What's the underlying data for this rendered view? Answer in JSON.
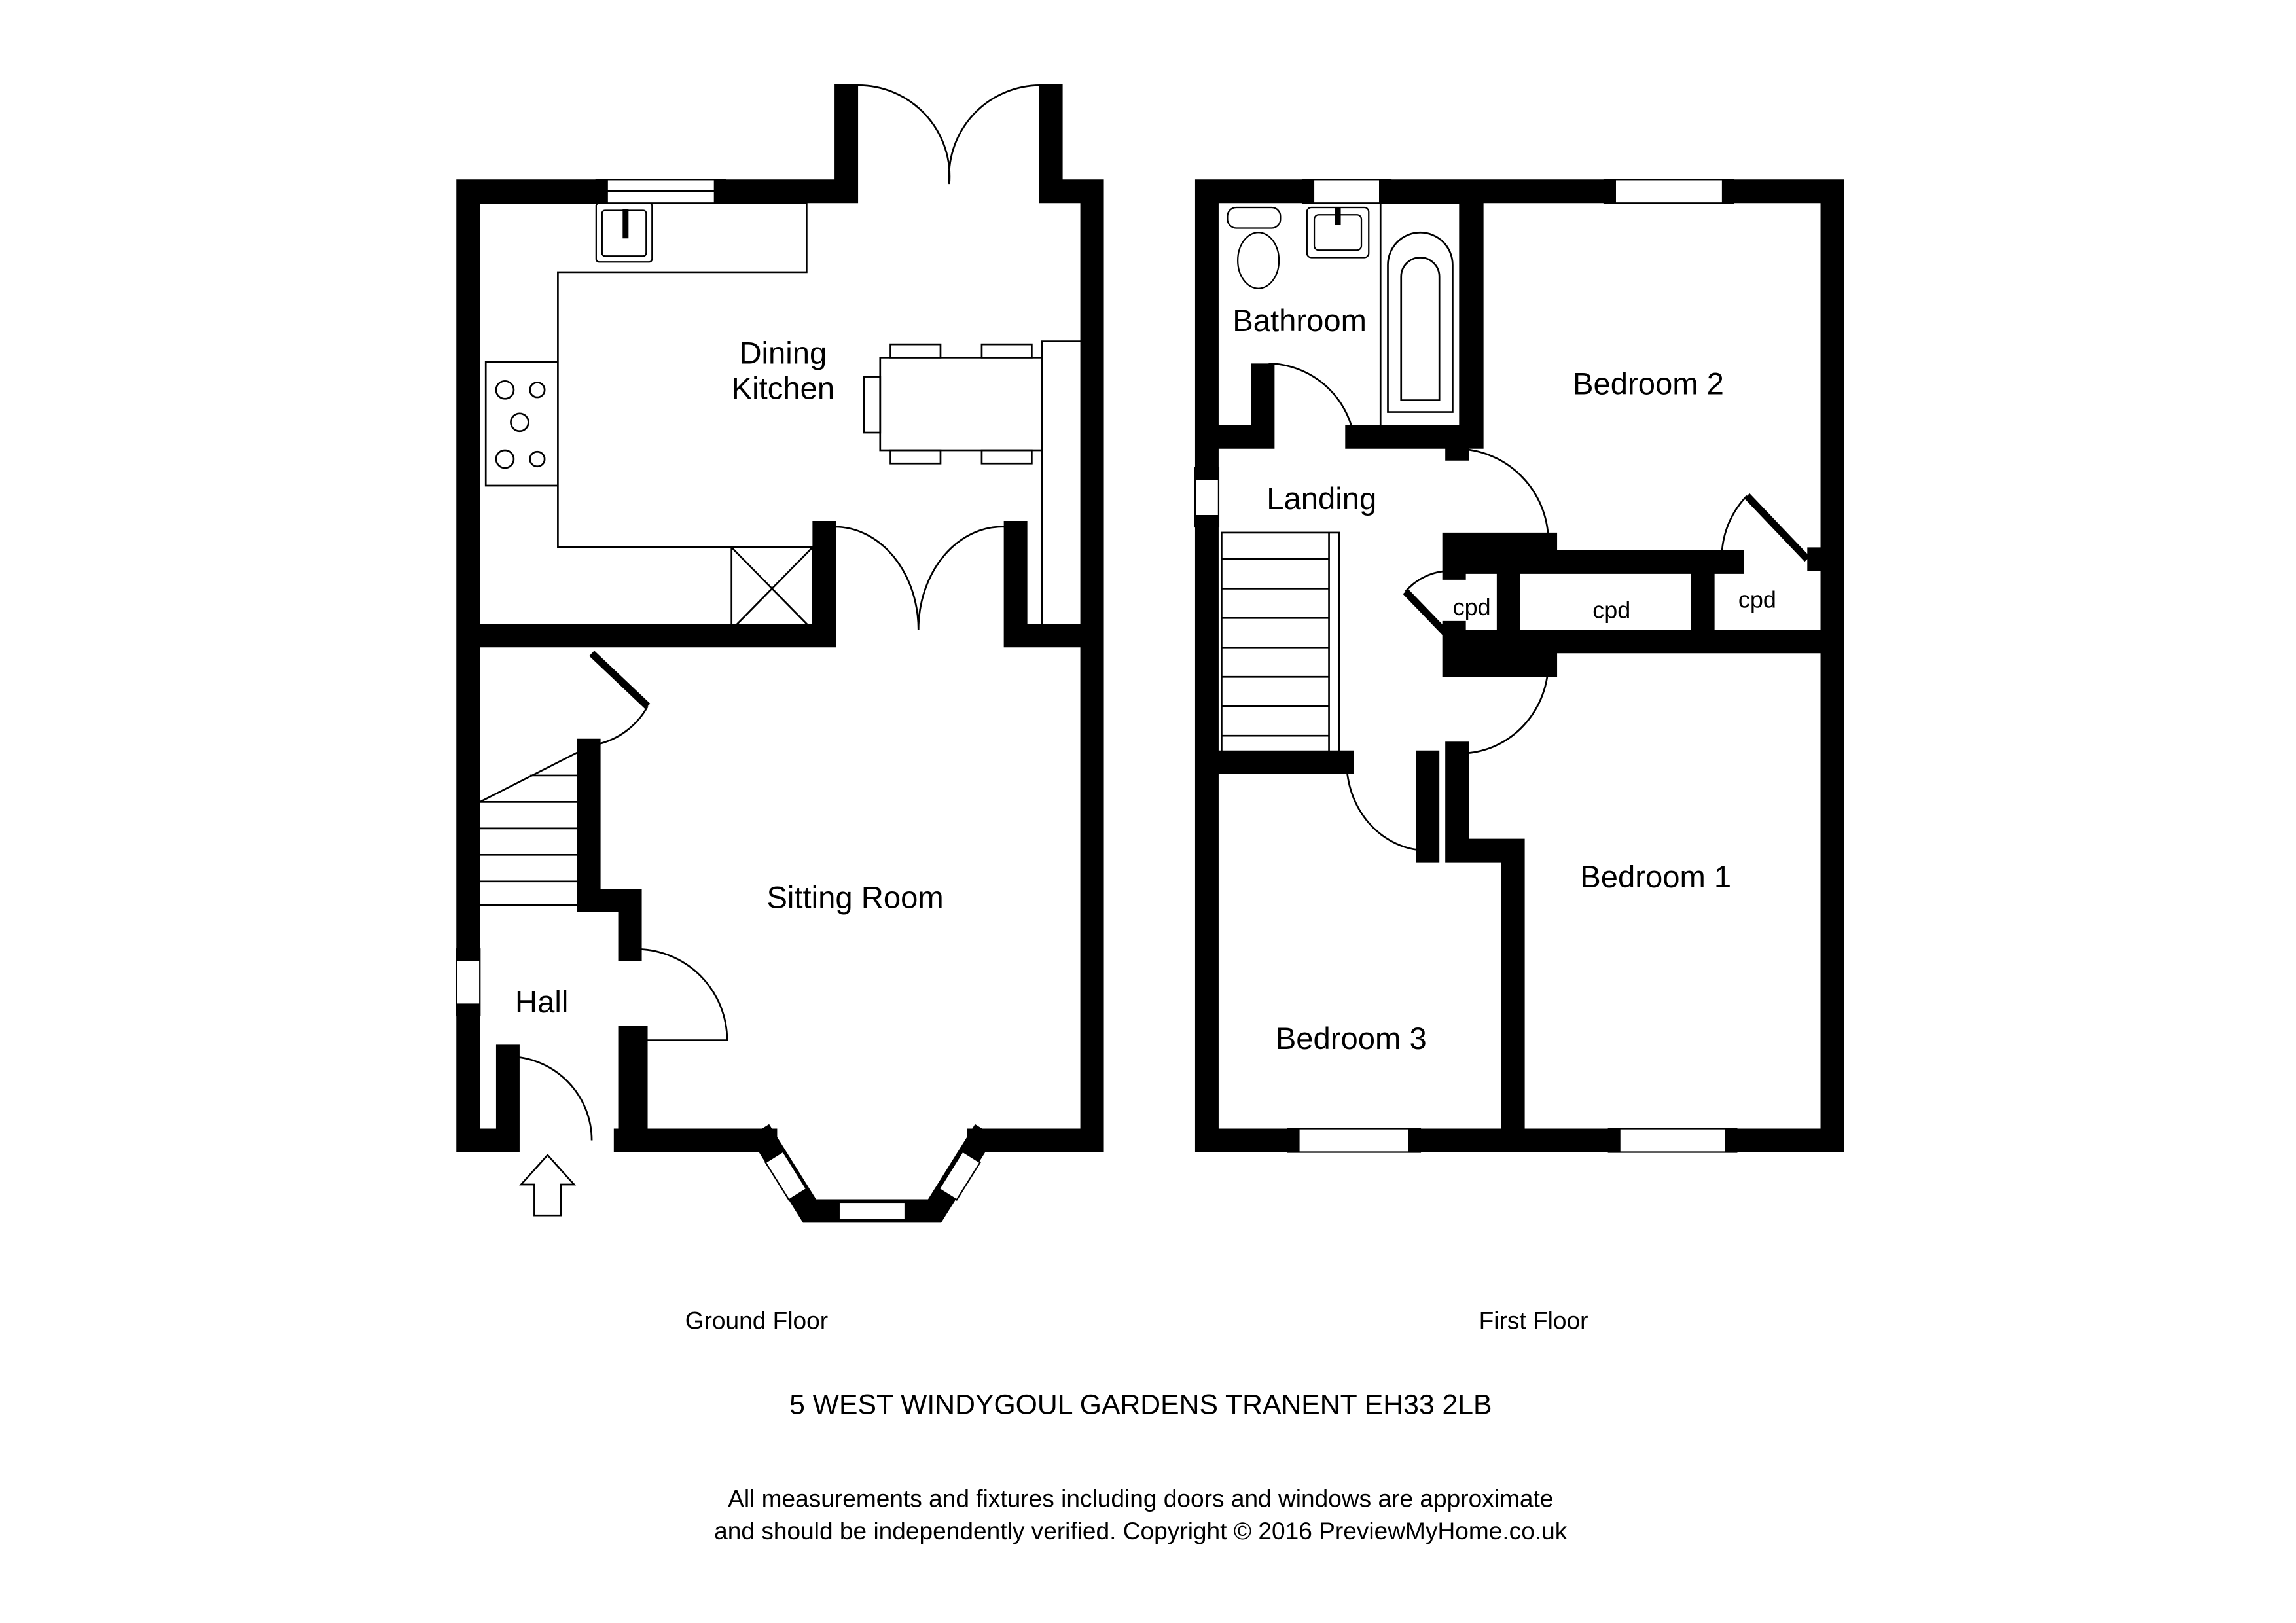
{
  "ground_floor": {
    "label": "Ground Floor",
    "rooms": {
      "dining_kitchen_line1": "Dining",
      "dining_kitchen_line2": "Kitchen",
      "sitting_room": "Sitting Room",
      "hall": "Hall"
    },
    "entrance_icon": "arrow-up-icon"
  },
  "first_floor": {
    "label": "First Floor",
    "rooms": {
      "bathroom": "Bathroom",
      "bedroom_2": "Bedroom 2",
      "landing": "Landing",
      "cpd_1": "cpd",
      "cpd_2": "cpd",
      "cpd_3": "cpd",
      "bedroom_1": "Bedroom 1",
      "bedroom_3": "Bedroom 3"
    }
  },
  "address": "5 WEST WINDYGOUL GARDENS TRANENT EH33 2LB",
  "disclaimer": {
    "line1": "All measurements and fixtures including doors and windows are approximate",
    "line2": "and should be independently verified. Copyright © 2016 PreviewMyHome.co.uk"
  }
}
